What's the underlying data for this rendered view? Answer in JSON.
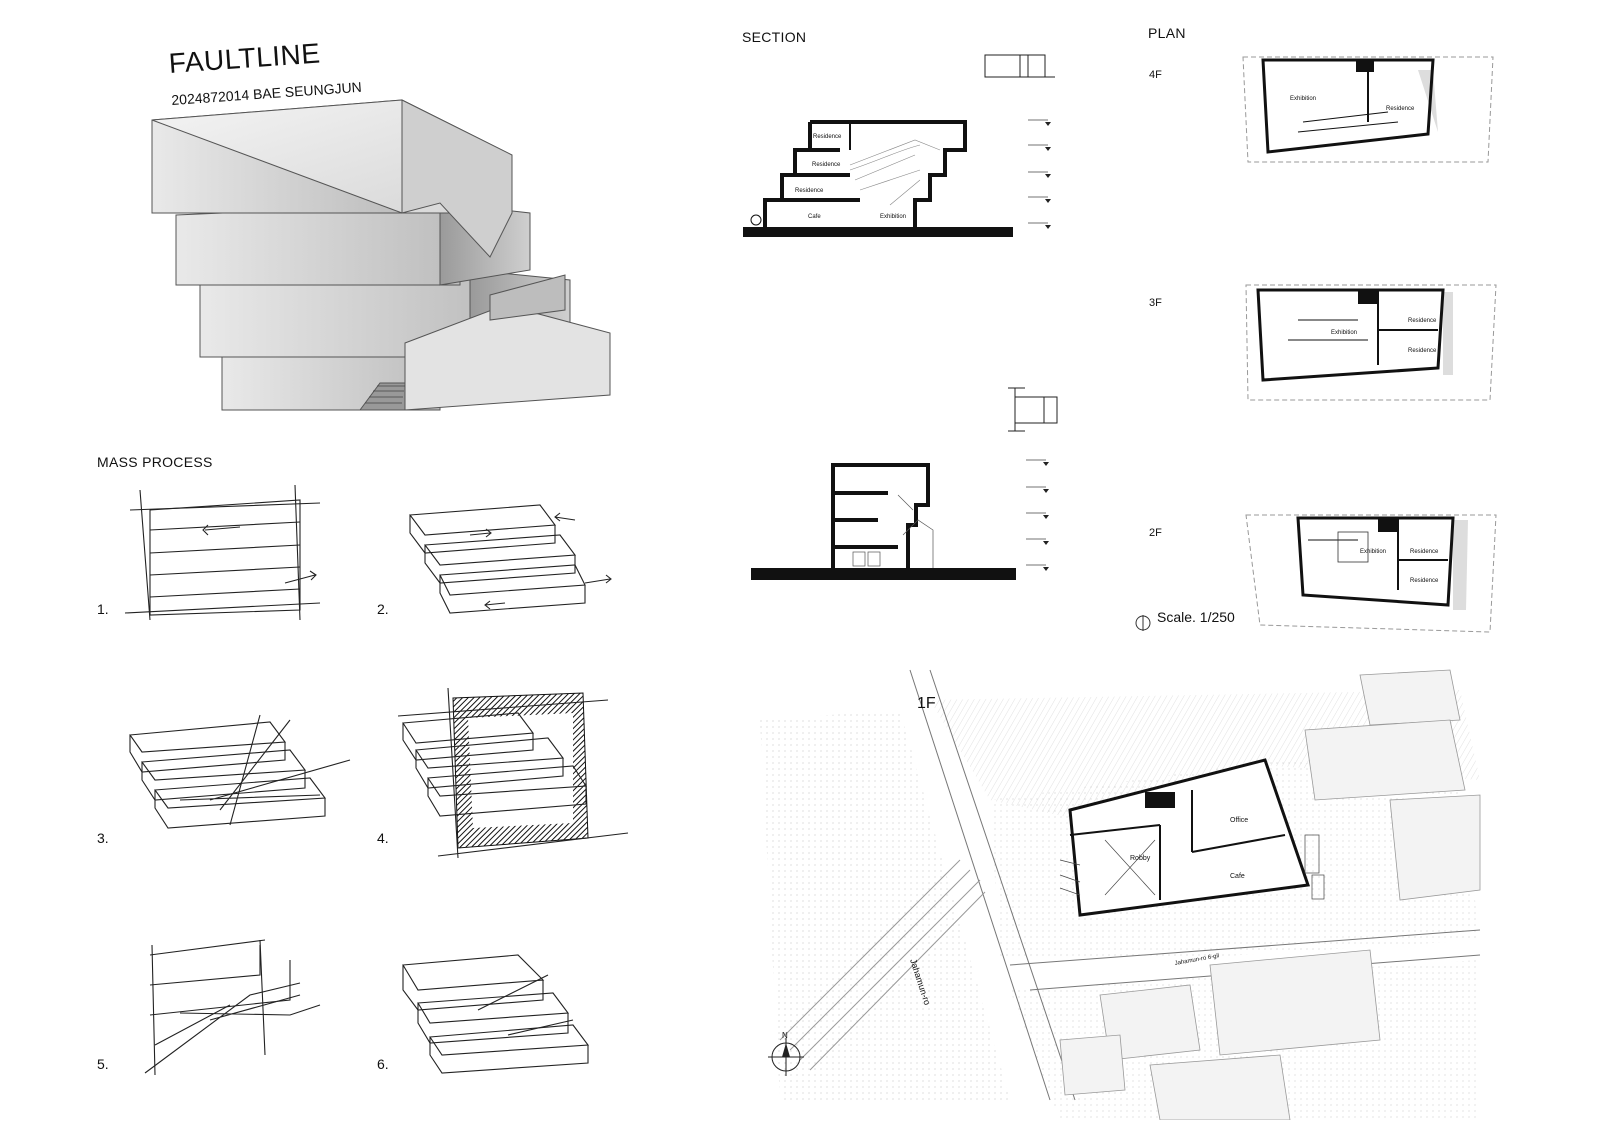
{
  "project": {
    "title": "FAULTLINE",
    "student": "2024872014 BAE SEUNGJUN"
  },
  "sections": {
    "mass_process": "MASS PROCESS",
    "section": "SECTION",
    "plan": "PLAN"
  },
  "mass_steps": [
    "1.",
    "2.",
    "3.",
    "4.",
    "5.",
    "6."
  ],
  "section_labels": {
    "residence": "Residence",
    "cafe": "Cafe",
    "exhibition": "Exhibition"
  },
  "floors": {
    "f4": "4F",
    "f3": "3F",
    "f2": "2F",
    "f1": "1F"
  },
  "plan_labels": {
    "exhibition": "Exhibition",
    "residence": "Residence",
    "office": "Office",
    "cafe": "Cafe",
    "robby": "Robby"
  },
  "scale": "Scale. 1/250",
  "streets": {
    "main": "Jahamun-ro",
    "side": "Jahamun-ro 6-gil"
  },
  "north": "N"
}
